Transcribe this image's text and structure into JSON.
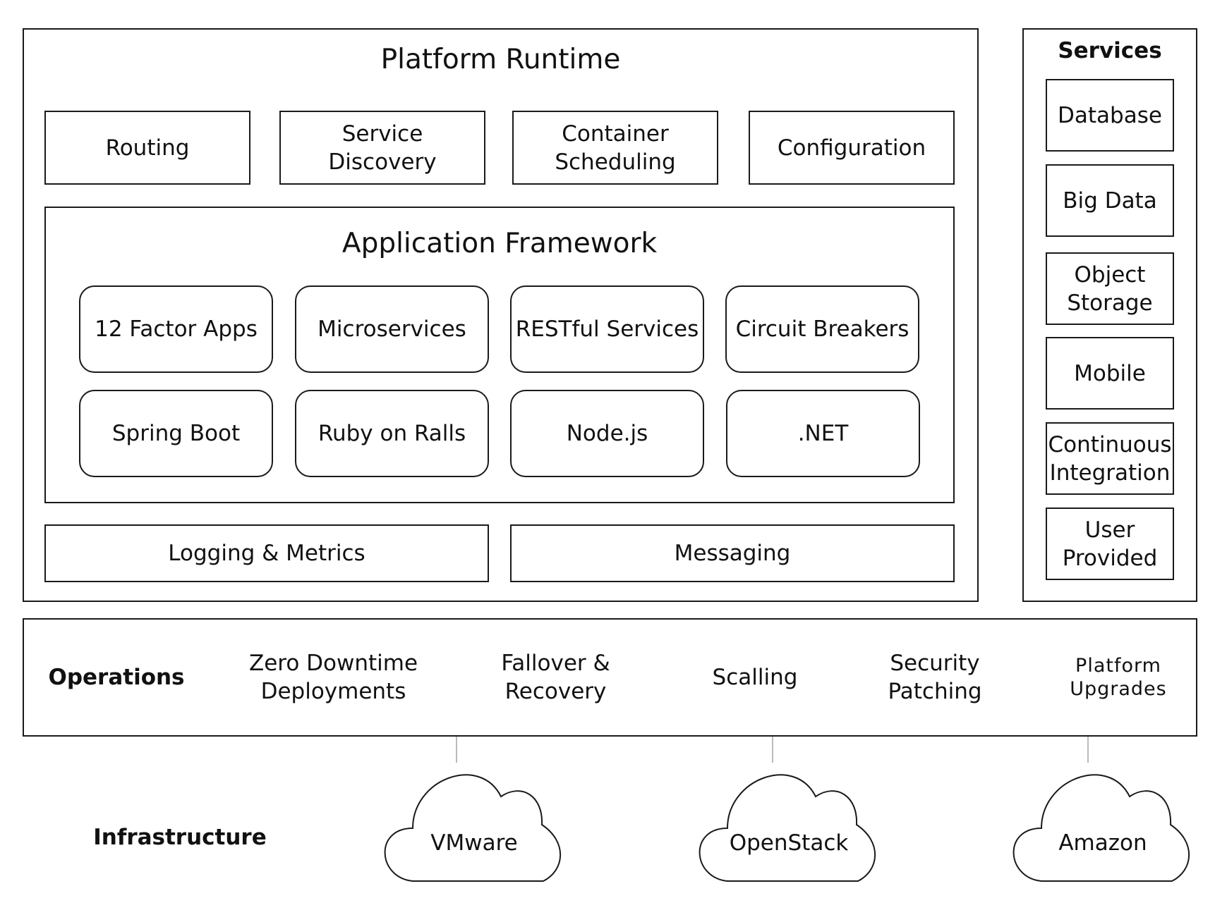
{
  "platform_runtime": {
    "title": "Platform Runtime",
    "top_components": [
      "Routing",
      "Service\nDiscovery",
      "Container\nScheduling",
      "Configuration"
    ],
    "application_framework": {
      "title": "Application Framework",
      "patterns": [
        "12 Factor Apps",
        "Microservices",
        "RESTful Services",
        "Circuit Breakers"
      ],
      "runtimes": [
        "Spring Boot",
        "Ruby on Ralls",
        "Node.js",
        ".NET"
      ]
    },
    "bottom_components": [
      "Logging & Metrics",
      "Messaging"
    ]
  },
  "services": {
    "title": "Services",
    "items": [
      "Database",
      "Big Data",
      "Object\nStorage",
      "Mobile",
      "Continuous\nIntegration",
      "User\nProvided"
    ]
  },
  "operations": {
    "title": "Operations",
    "items": [
      "Zero Downtime\nDeployments",
      "Fallover &\nRecovery",
      "Scalling",
      "Security\nPatching",
      "Platform\nUpgrades"
    ]
  },
  "infrastructure": {
    "title": "Infrastructure",
    "clouds": [
      "VMware",
      "OpenStack",
      "Amazon"
    ]
  }
}
